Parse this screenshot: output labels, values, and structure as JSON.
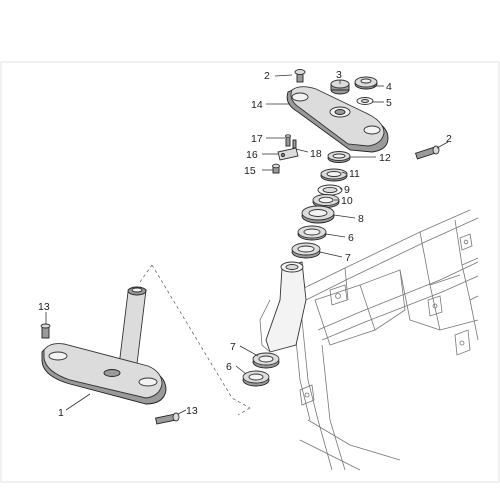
{
  "callouts": [
    {
      "id": "c-2a",
      "text": "2"
    },
    {
      "id": "c-3",
      "text": "3"
    },
    {
      "id": "c-4",
      "text": "4"
    },
    {
      "id": "c-5",
      "text": "5"
    },
    {
      "id": "c-14",
      "text": "14"
    },
    {
      "id": "c-17",
      "text": "17"
    },
    {
      "id": "c-2b",
      "text": "2"
    },
    {
      "id": "c-16",
      "text": "16"
    },
    {
      "id": "c-18",
      "text": "18"
    },
    {
      "id": "c-12",
      "text": "12"
    },
    {
      "id": "c-15",
      "text": "15"
    },
    {
      "id": "c-11",
      "text": "11"
    },
    {
      "id": "c-9",
      "text": "9"
    },
    {
      "id": "c-10",
      "text": "10"
    },
    {
      "id": "c-8",
      "text": "8"
    },
    {
      "id": "c-6a",
      "text": "6"
    },
    {
      "id": "c-7a",
      "text": "7"
    },
    {
      "id": "c-13a",
      "text": "13"
    },
    {
      "id": "c-7b",
      "text": "7"
    },
    {
      "id": "c-6b",
      "text": "6"
    },
    {
      "id": "c-1",
      "text": "1"
    },
    {
      "id": "c-13b",
      "text": "13"
    }
  ],
  "colors": {
    "part_fill": "#dcdcdc",
    "part_dark": "#9a9a9a",
    "line": "#333333",
    "frame": "#777777"
  }
}
